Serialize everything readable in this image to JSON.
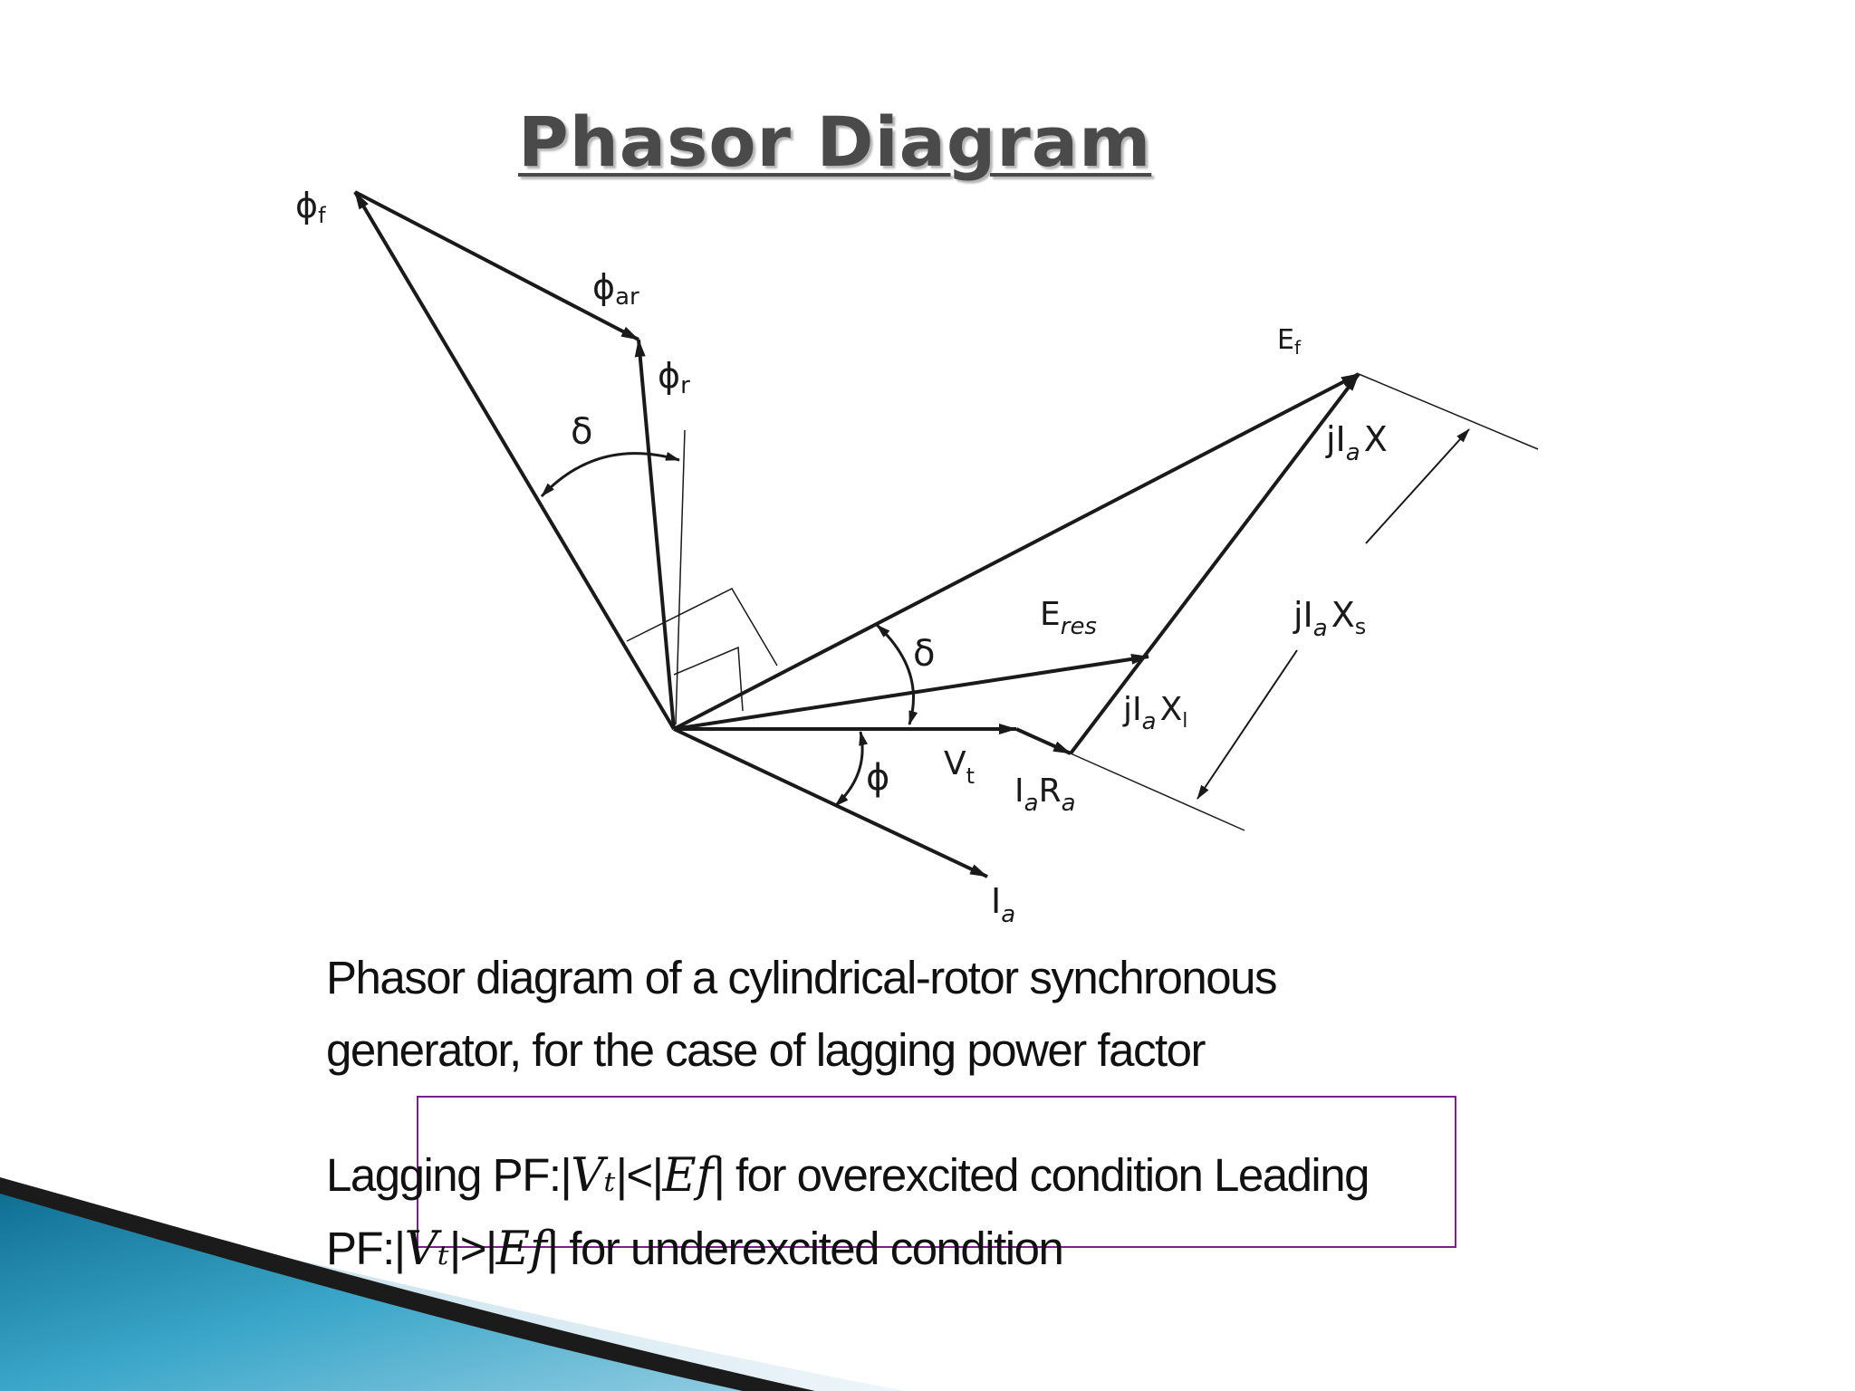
{
  "title": "Phasor Diagram",
  "labels": {
    "phi_f": "ϕ",
    "phi_f_sub": "f",
    "phi_ar": "ϕ",
    "phi_ar_sub": "ar",
    "phi_r": "ϕ",
    "phi_r_sub": "r",
    "delta_upper": "δ",
    "delta_lower": "δ",
    "phi_angle": "ϕ",
    "e_f": "E",
    "e_f_sub": "f",
    "e_res": "E",
    "e_res_sub": "res",
    "v_t": "V",
    "v_t_sub": "t",
    "i_a": "I",
    "i_a_sub": "a",
    "iara_1": "I",
    "iara_1_sub": "a",
    "iara_2": "R",
    "iara_2_sub": "a",
    "jiax_1": "jI",
    "jiax_1_sub": "a",
    "jiax_2": "X",
    "jiaxs_1": "jI",
    "jiaxs_1_sub": "a",
    "jiaxs_2": "X",
    "jiaxs_2_sub": "s",
    "jiaxl_1": "jI",
    "jiaxl_1_sub": "a",
    "jiaxl_2": "X",
    "jiaxl_2_sub": "l"
  },
  "caption": {
    "line1": "Phasor diagram of a cylindrical-rotor synchronous",
    "line2": "generator, for the case of lagging power factor"
  },
  "pf": {
    "l1_a": "Lagging PF:|",
    "l1_vt": "Vₜ",
    "l1_b": "|<|",
    "l1_ef": "E𝑓",
    "l1_c": "|  for overexcited condition Leading",
    "l2_a": "PF:|",
    "l2_vt": "Vₜ",
    "l2_b": "|>|",
    "l2_ef": "E𝑓",
    "l2_c": "|  for underexcited condition"
  },
  "colors": {
    "line": "#1a1a1a",
    "highlight_box": "#7a1f8c",
    "swoosh_dark": "#1b1b1b",
    "swoosh_blue": "#1d7fa3",
    "swoosh_light": "#cfe4ef"
  }
}
